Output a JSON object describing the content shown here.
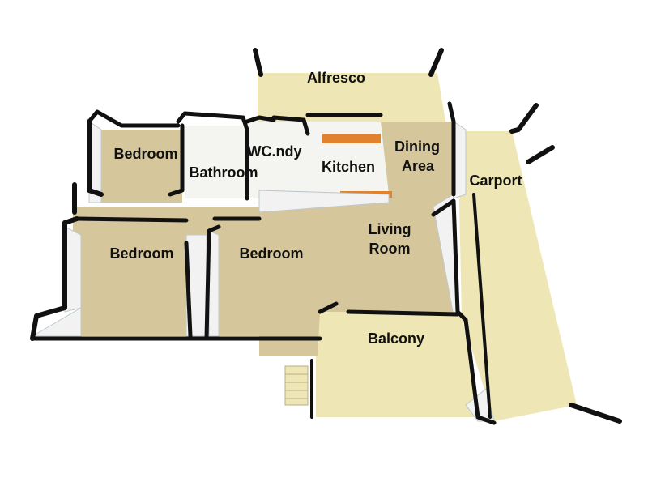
{
  "colors": {
    "floor": "#d6c69c",
    "outdoor": "#eee6b4",
    "wall": "#111111",
    "wall_face": "#f2f2f2",
    "wall_shadow": "#bfc8cc",
    "bench": "#e0822e",
    "tile": "#f4f4f0"
  },
  "rooms": {
    "alfresco": "Alfresco",
    "bedroom_1": "Bedroom",
    "bathroom": "Bathroom",
    "wc_ldy": "WC.ndy",
    "kitchen": "Kitchen",
    "dining_1": "Dining",
    "dining_2": "Area",
    "carport": "Carport",
    "bedroom_2": "Bedroom",
    "bedroom_3": "Bedroom",
    "living_1": "Living",
    "living_2": "Room",
    "balcony": "Balcony"
  }
}
